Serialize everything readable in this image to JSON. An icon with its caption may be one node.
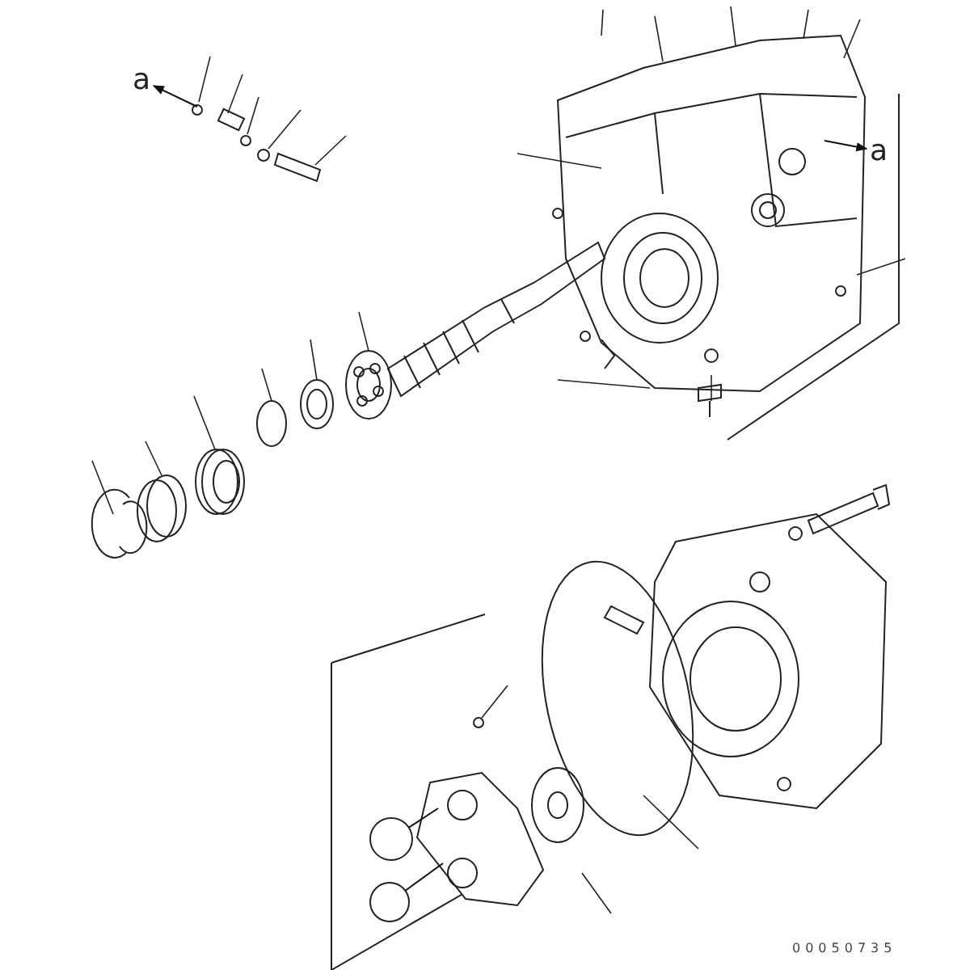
{
  "diagram": {
    "nodes": [
      {
        "text": [
          "a"
        ]
      },
      {
        "text": [
          "a"
        ]
      },
      {
        "text": [],
        "shape": "circle"
      },
      {
        "text": [],
        "shape": "circle"
      },
      {
        "text": [],
        "shape": "picture"
      }
    ],
    "edges": [
      {
        "from": null,
        "to": 0,
        "arrow": "to"
      },
      {
        "from": null,
        "to": 1,
        "arrow": "to"
      },
      {
        "from": 2,
        "to": 4,
        "arrow": "none"
      },
      {
        "from": 3,
        "to": 4,
        "arrow": "none"
      }
    ],
    "labels": [
      "00050735"
    ]
  }
}
